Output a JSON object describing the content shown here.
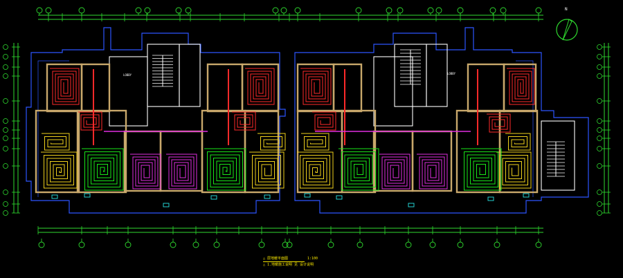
{
  "caption": {
    "line1": "△ 层地暖平面图",
    "scale": "1:100",
    "line2": "△ 1.地暖施工说明 见 设计说明",
    "underline_color": "#f5e400"
  },
  "room_labels": [
    {
      "id": "left-hall",
      "text": "LOBBY"
    },
    {
      "id": "right-hall",
      "text": "LOBBY"
    }
  ],
  "colors": {
    "background": "#000000",
    "axis": "#2fdc2f",
    "outline": "#2c55ff",
    "wall": "#c9a86b",
    "red_loop": "#ff2a2a",
    "magenta_loop": "#e02ee0",
    "green_loop": "#19e819",
    "yellow_loop": "#f0d21c",
    "white": "#ffffff",
    "cyan": "#27e6e6"
  },
  "icons": [
    "north-arrow-icon",
    "axis-bubble-icon",
    "stair-icon"
  ]
}
